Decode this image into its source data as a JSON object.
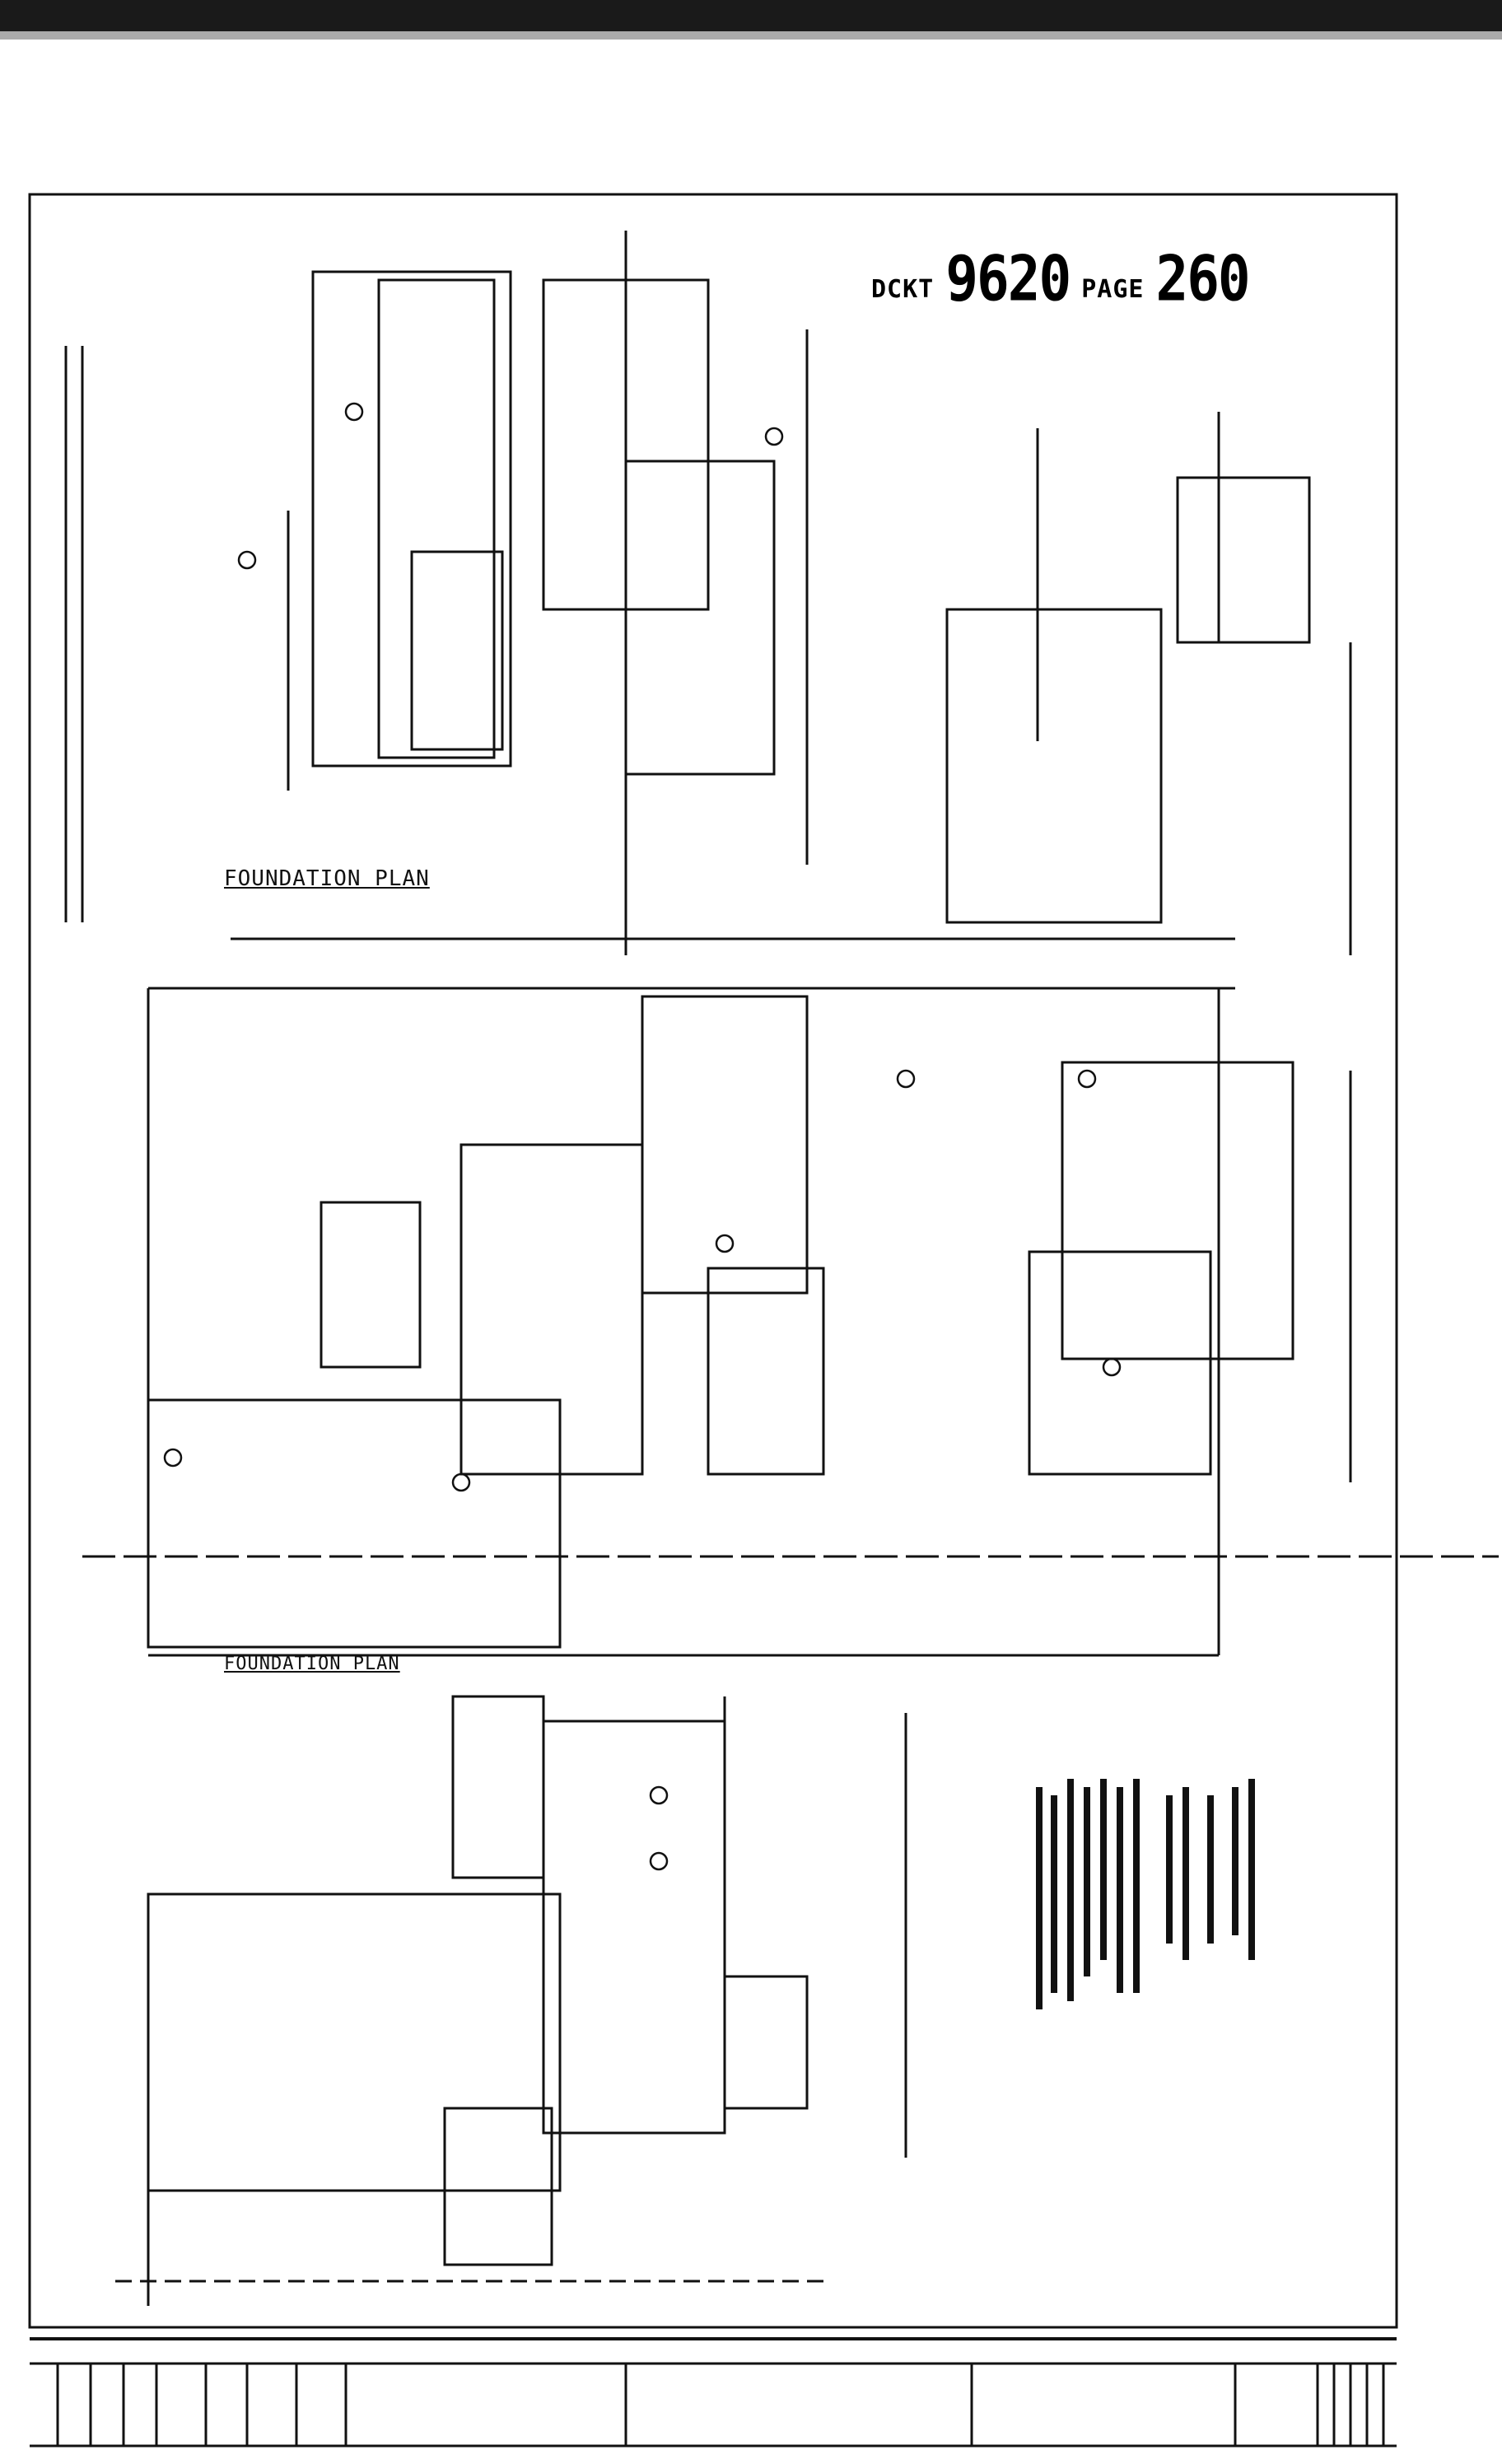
{
  "document": {
    "type": "scanned-engineering-drawing",
    "stamp": {
      "book_prefix": "DCKT",
      "book_number": "9620",
      "page_prefix": "PAGE",
      "page_number": "260"
    },
    "plans": [
      {
        "title": "FOUNDATION PLAN"
      },
      {
        "title": "FOUNDATION PLAN"
      }
    ]
  },
  "colors": {
    "ink": "#111111",
    "paper": "#ffffff",
    "scan_edge": "#1a1a1a"
  }
}
